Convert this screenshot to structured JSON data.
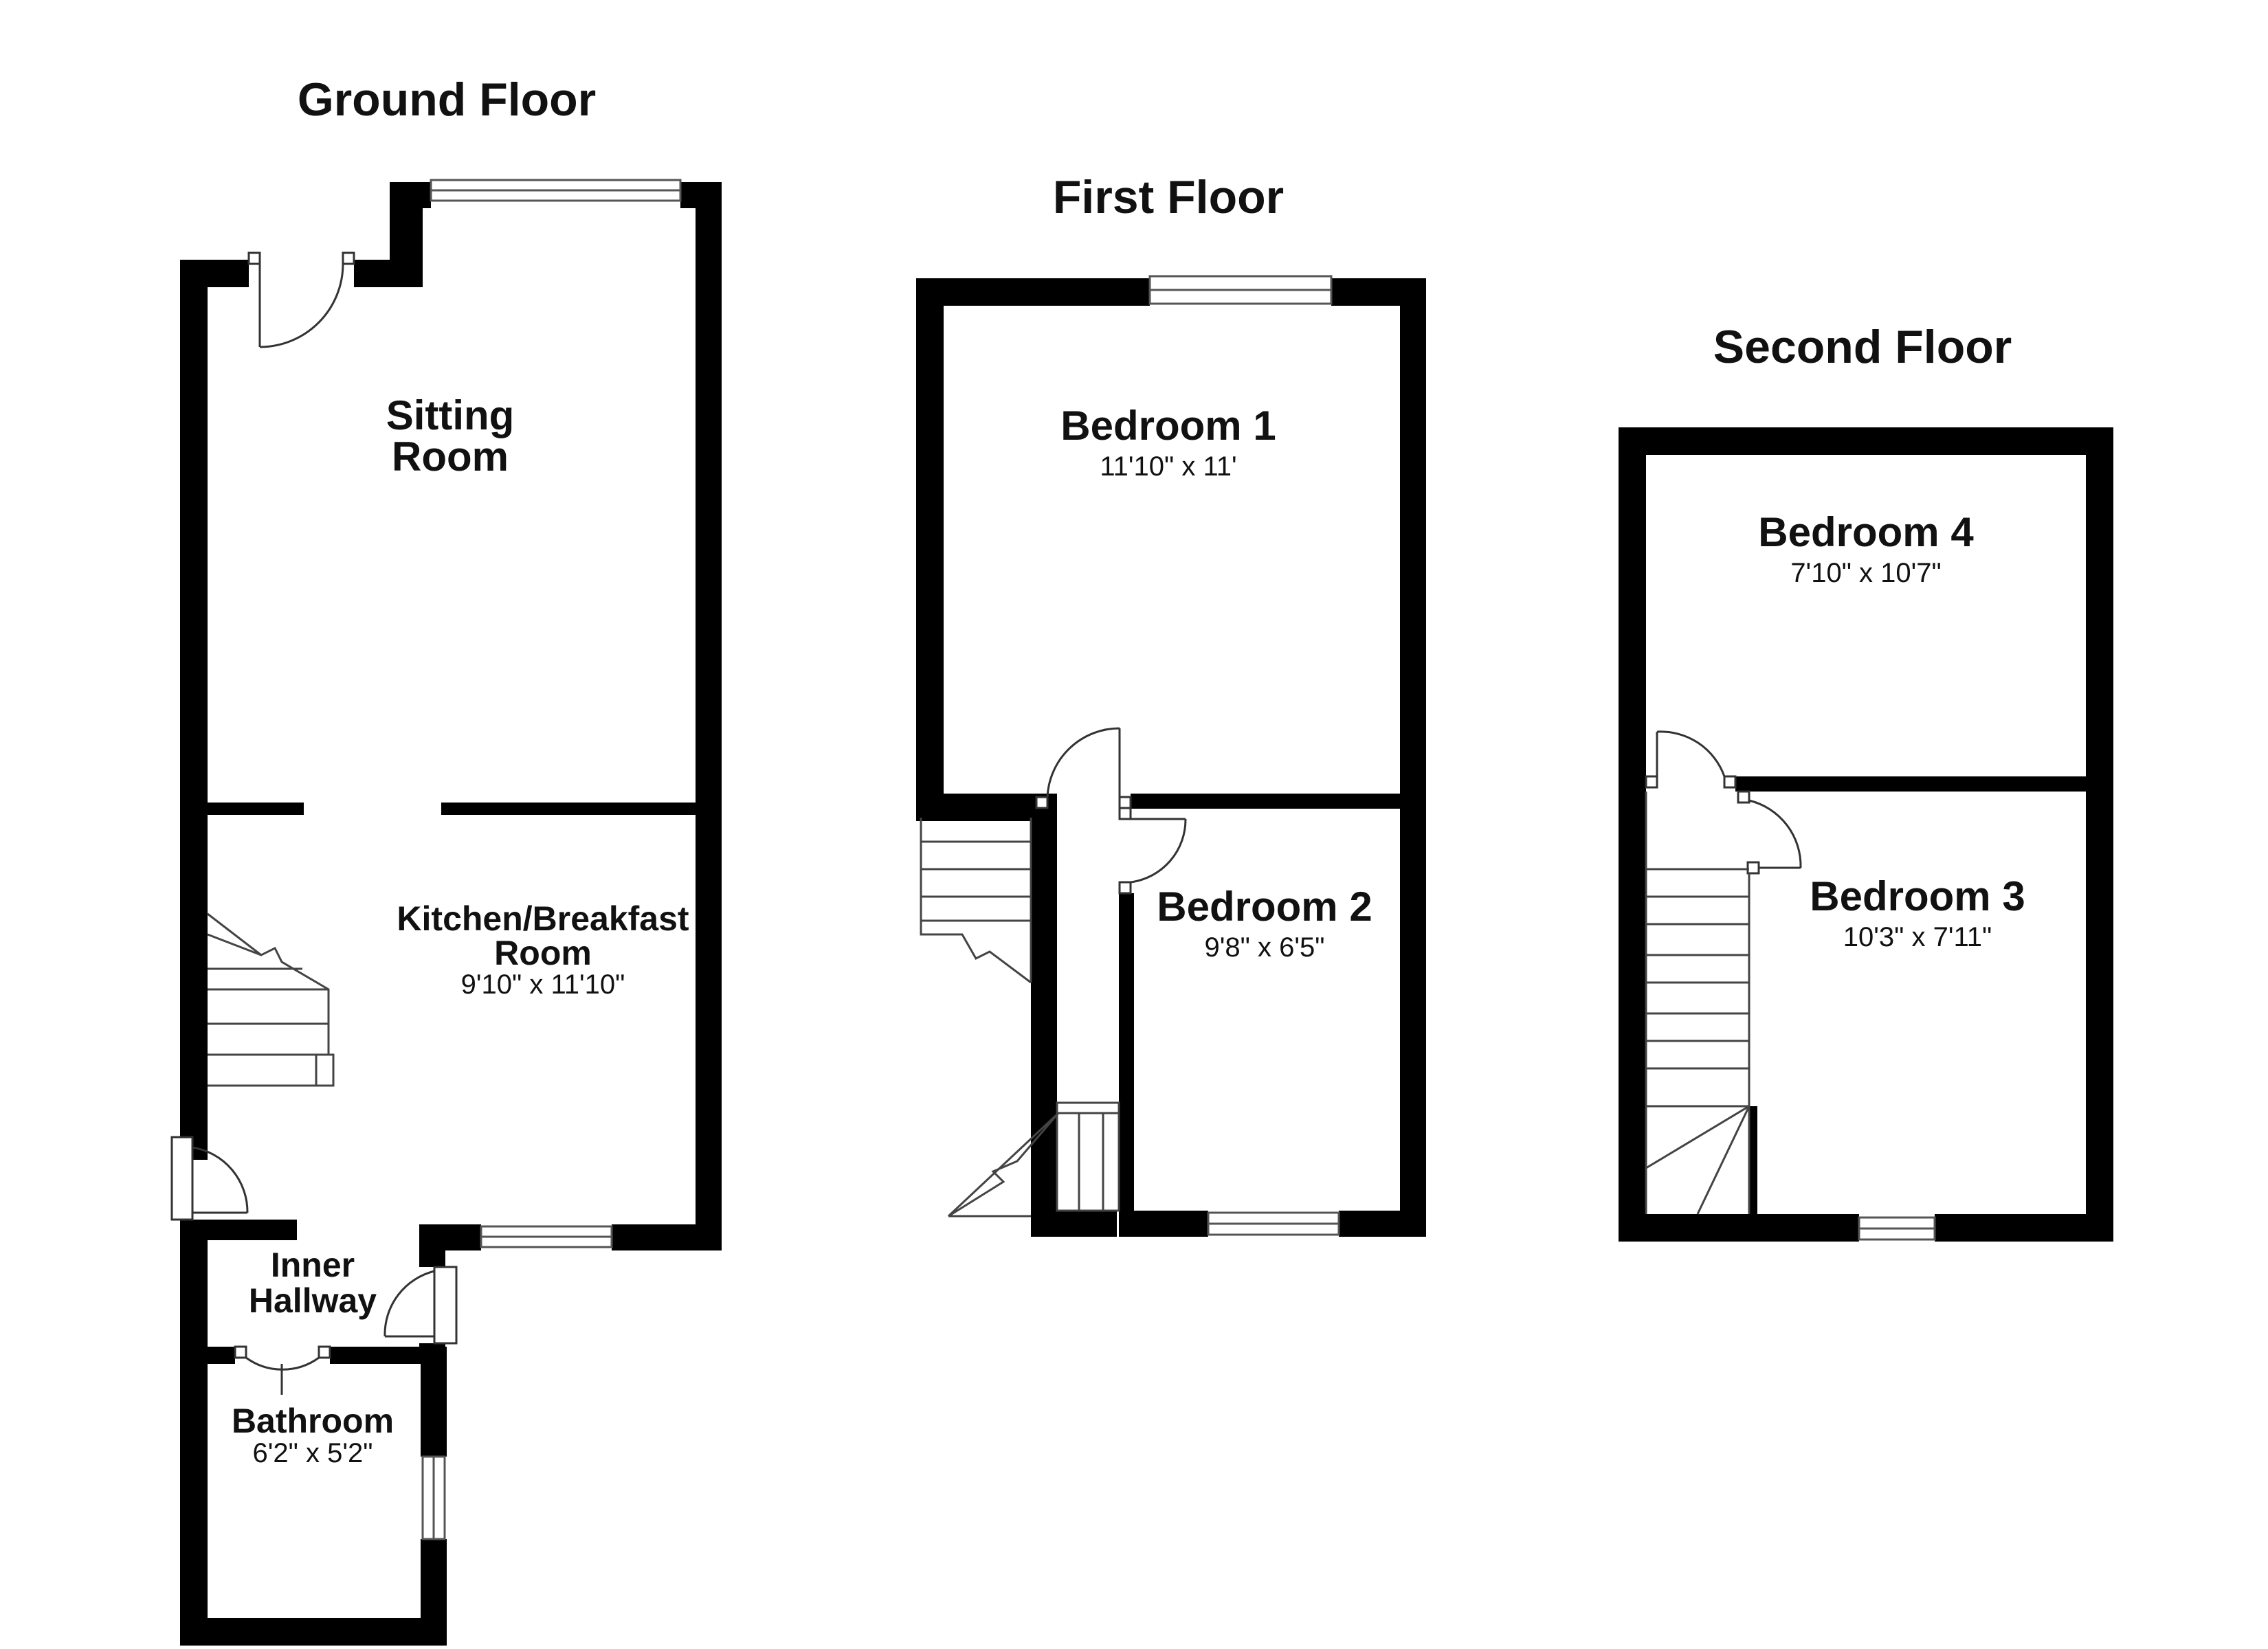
{
  "floors": {
    "ground": {
      "title": "Ground Floor",
      "rooms": {
        "sitting": {
          "name_line1": "Sitting",
          "name_line2": "Room"
        },
        "kitchen": {
          "name_line1": "Kitchen/Breakfast",
          "name_line2": "Room",
          "dims": "9'10\" x 11'10\""
        },
        "hallway": {
          "name_line1": "Inner",
          "name_line2": "Hallway"
        },
        "bathroom": {
          "name": "Bathroom",
          "dims": "6'2\" x 5'2\""
        }
      }
    },
    "first": {
      "title": "First Floor",
      "rooms": {
        "bedroom1": {
          "name": "Bedroom 1",
          "dims": "11'10\" x 11'"
        },
        "bedroom2": {
          "name": "Bedroom 2",
          "dims": "9'8\" x 6'5\""
        }
      }
    },
    "second": {
      "title": "Second Floor",
      "rooms": {
        "bedroom4": {
          "name": "Bedroom 4",
          "dims": "7'10\" x 10'7\""
        },
        "bedroom3": {
          "name": "Bedroom 3",
          "dims": "10'3\" x 7'11\""
        }
      }
    }
  }
}
